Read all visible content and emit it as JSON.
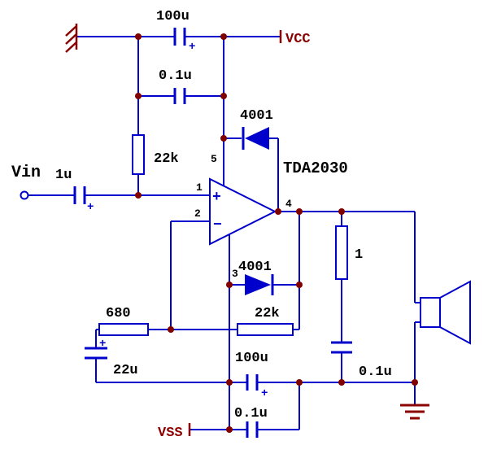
{
  "schematic": {
    "ic_label": "TDA2030",
    "input_label": "Vin",
    "power": {
      "positive_rail": "VCC",
      "negative_rail": "VSS"
    },
    "opamp": {
      "noninverting_mark": "+",
      "inverting_mark": "−"
    },
    "pin_numbers": {
      "pin1": "1",
      "pin2": "2",
      "pin3": "3",
      "pin4": "4",
      "pin5": "5"
    },
    "polarity_mark": "+",
    "components": {
      "vcc_bulk_cap": "100u",
      "vcc_hf_cap": "0.1u",
      "bias_resistor": "22k",
      "vcc_clamp_diode": "4001",
      "input_cap": "1u",
      "feedback_resistor": "22k",
      "feedback_ground_resistor": "680",
      "feedback_cap": "22u",
      "vss_clamp_diode": "4001",
      "zobel_resistor": "1",
      "zobel_cap": "0.1u",
      "vss_bulk_cap": "100u",
      "vss_hf_cap": "0.1u"
    },
    "colors": {
      "wire": "#0000cc",
      "junction": "#800000",
      "label": "#000000",
      "power": "#8b0000",
      "background": "#ffffff"
    }
  }
}
